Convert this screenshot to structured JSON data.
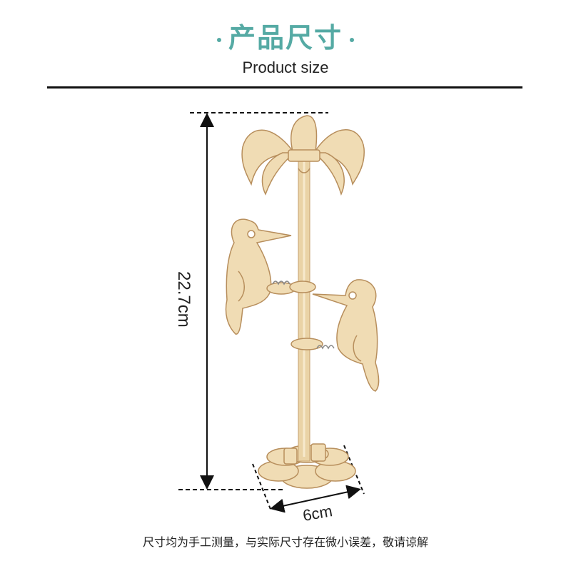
{
  "header": {
    "title": "产品尺寸",
    "subtitle": "Product size"
  },
  "dimensions": {
    "height_label": "22.7cm",
    "width_label": "6cm"
  },
  "footer": {
    "note": "尺寸均为手工测量，与实际尺寸存在微小误差，敬请谅解"
  },
  "colors": {
    "accent": "#55aaa4",
    "wood": "#f0dcb4",
    "wood_edge": "#b78e5c"
  }
}
